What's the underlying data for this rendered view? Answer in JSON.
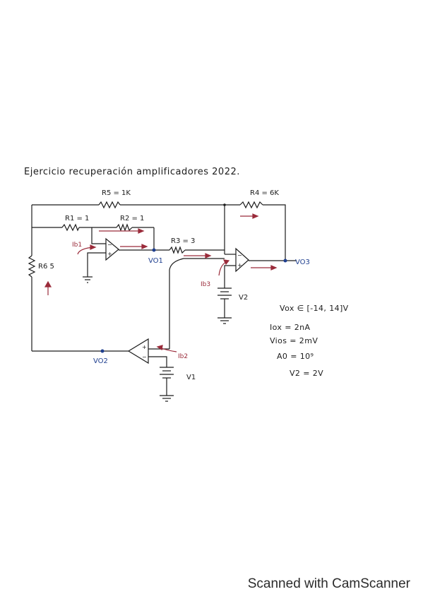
{
  "title": "Ejercicio recuperación amplificadores 2022.",
  "components": {
    "r5": "R5 = 1K",
    "r4": "R4 = 6K",
    "r1": "R1 = 1",
    "r2": "R2 = 1",
    "r3": "R3 = 3",
    "r6": "R6 5",
    "v2": "V2",
    "v1": "V1"
  },
  "nodes": {
    "vo1": "VO1",
    "vo2": "VO2",
    "vo3": "VO3"
  },
  "currents": {
    "ib1": "Ib1",
    "ib2": "Ib2",
    "ib3": "Ib3"
  },
  "parameters": [
    "Vox ∈ [-14, 14]V",
    "Iox = 2nA",
    "Vios = 2mV",
    "A0 = 10⁹",
    "V2 = 2V"
  ],
  "watermark": "Scanned with CamScanner",
  "colors": {
    "ink": "#1c1c1c",
    "current_arrows": "#9a2b3a",
    "node_labels": "#1f3f8f"
  }
}
